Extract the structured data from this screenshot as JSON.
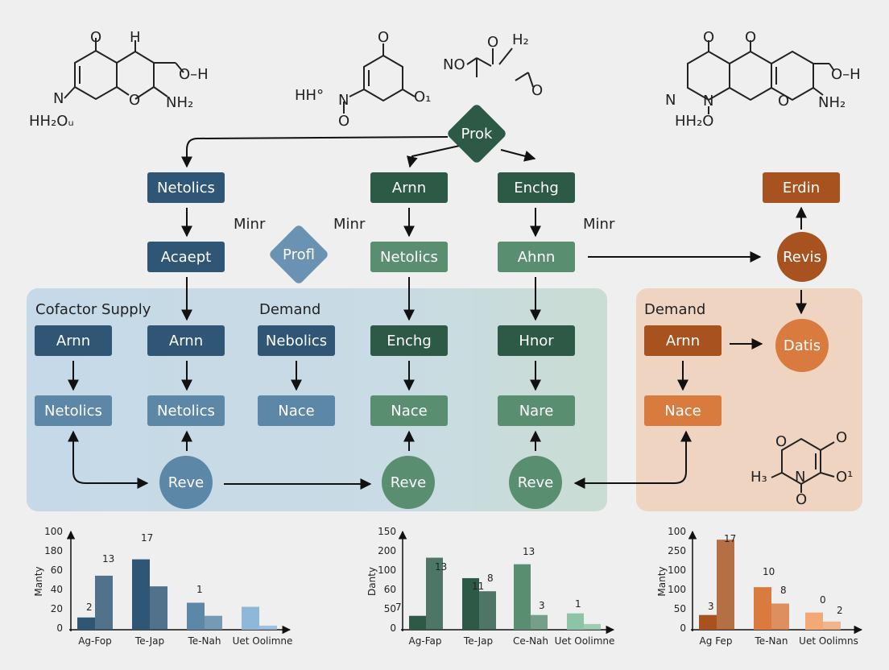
{
  "colors": {
    "dark_blue": "#2f5674",
    "mid_blue": "#5d87a6",
    "light_blue": "#8fb7d8",
    "dark_green": "#2c5a47",
    "mid_green": "#5a8e71",
    "light_green": "#8dc4a5",
    "dark_orange": "#a8531f",
    "mid_orange": "#d97a3e",
    "light_orange": "#f2a877",
    "panel_blue": "#c5d9e8",
    "panel_orange": "#f0d4c2"
  },
  "molecules": {
    "m1": {
      "o_top": "O",
      "h_top": "H",
      "oh": "O–H",
      "n": "N",
      "ring_o": "O",
      "nh2": "NH₂",
      "hh2o": "HH₂Oᵤ"
    },
    "m2": {
      "o_top": "O",
      "hho": "HH°",
      "n": "N",
      "o_bottom": "O",
      "o1": "O₁"
    },
    "m3": {
      "no": "NO",
      "o": "O",
      "h2": "H₂",
      "o_right": "O"
    },
    "m4": {
      "o_top1": "O",
      "o_top2": "O",
      "oh": "O–H",
      "n_left": "N",
      "n_mid": "N",
      "ring_o": "O",
      "nh2": "NH₂",
      "hh2o": "HH₂O"
    },
    "m5": {
      "o_top": "O",
      "o_ring": "O",
      "hc": "H₃",
      "n": "N",
      "o1": "O¹",
      "o_bottom": "O"
    }
  },
  "nodes": {
    "prok": "Prok",
    "profl": "Profl",
    "row1": [
      "Netolics",
      "Arnn",
      "Enchg",
      "Erdin"
    ],
    "row2": [
      "Acaept",
      "Netolics",
      "Ahnn"
    ],
    "revis": "Revis",
    "datis": "Datis",
    "row3": [
      "Arnn",
      "Arnn",
      "Nebolics",
      "Enchg",
      "Hnor",
      "Arnn"
    ],
    "row4": [
      "Netolics",
      "Netolics",
      "Nace",
      "Nace",
      "Nare",
      "Nace"
    ],
    "reve": [
      "Reve",
      "Reve",
      "Reve"
    ]
  },
  "labels": {
    "minr1": "Minr",
    "minr2": "Minr",
    "minr3": "Minr",
    "cofactor_supply": "Cofactor Supply",
    "demand_left": "Demand",
    "demand_right": "Demand"
  },
  "chart_data": [
    {
      "type": "bar",
      "ylabel": "Manty",
      "yticks": [
        "100",
        "180",
        "60",
        "40",
        "20",
        "0"
      ],
      "categories": [
        "Ag-Fop",
        "Te-Jap",
        "Te-Nah",
        "Uet Oolimne"
      ],
      "series": [
        {
          "values": [
            15,
            66
          ]
        },
        {
          "values": [
            86,
            53
          ]
        },
        {
          "values": [
            33,
            17
          ]
        },
        {
          "values": [
            28,
            5
          ]
        }
      ],
      "data_labels": [
        "2",
        "13",
        "17",
        "1"
      ],
      "colors": [
        "#2f5674",
        "#2f5674",
        "#5d87a6",
        "#8fb7d8"
      ]
    },
    {
      "type": "bar",
      "ylabel": "Danty",
      "yticks": [
        "150",
        "200",
        "100",
        "60",
        "50",
        "0"
      ],
      "categories": [
        "Ag-Fap",
        "Te-Jap",
        "Ce-Nah",
        "Uet Oolimne"
      ],
      "series": [
        {
          "values": [
            17,
            88
          ]
        },
        {
          "values": [
            63,
            47
          ]
        },
        {
          "values": [
            80,
            18
          ]
        },
        {
          "values": [
            20,
            7
          ]
        }
      ],
      "data_labels": [
        "7",
        "13",
        "11",
        "8",
        "13",
        "3",
        "1"
      ],
      "colors": [
        "#2c5a47",
        "#2c5a47",
        "#5a8e71",
        "#8dc4a5"
      ]
    },
    {
      "type": "bar",
      "ylabel": "Manty",
      "yticks": [
        "100",
        "250",
        "100",
        "100",
        "50",
        "0"
      ],
      "categories": [
        "Ag Fep",
        "Te-Nan",
        "Uet Oolimns"
      ],
      "series": [
        {
          "values": [
            18,
            110
          ]
        },
        {
          "values": [
            52,
            32
          ]
        },
        {
          "values": [
            21,
            10
          ]
        }
      ],
      "data_labels": [
        "3",
        "17",
        "10",
        "8",
        "0",
        "2"
      ],
      "colors": [
        "#a8531f",
        "#d97a3e",
        "#f2a877"
      ]
    }
  ]
}
